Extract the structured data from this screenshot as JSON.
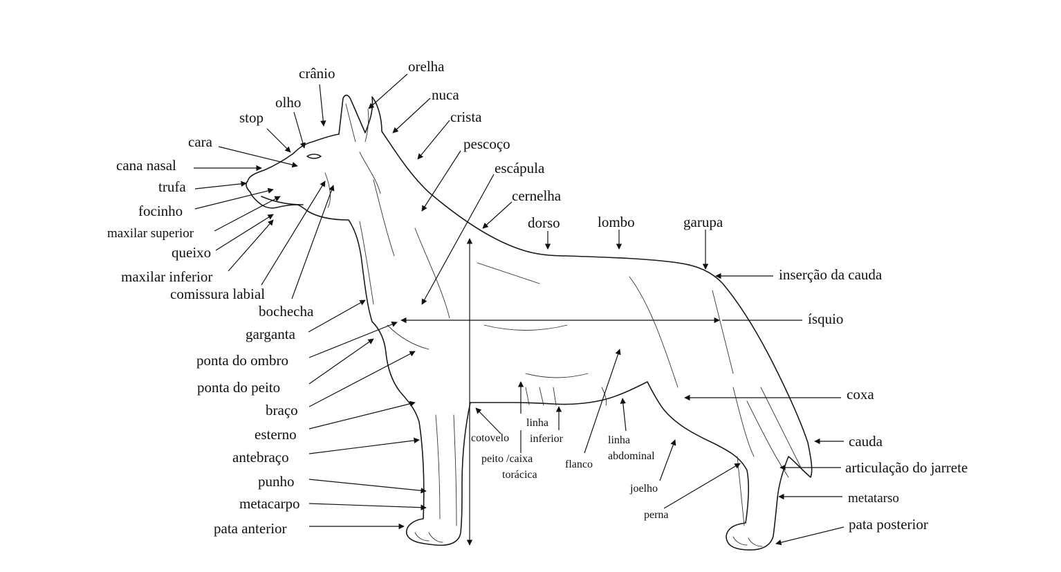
{
  "labels": {
    "orelha": "orelha",
    "cranio": "crânio",
    "nuca": "nuca",
    "olho": "olho",
    "crista": "crista",
    "stop": "stop",
    "cara": "cara",
    "pescoco": "pescoço",
    "cana_nasal": "cana nasal",
    "escapula": "escápula",
    "trufa": "trufa",
    "cernelha": "cernelha",
    "focinho": "focinho",
    "dorso": "dorso",
    "lombo": "lombo",
    "garupa": "garupa",
    "maxilar_superior": "maxilar  superior",
    "queixo": "queixo",
    "maxilar_inferior": "maxilar inferior",
    "insercao_cauda": "inserção da cauda",
    "comissura_labial": "comissura labial",
    "bochecha": "bochecha",
    "isquio": "ísquio",
    "garganta": "garganta",
    "ponta_ombro": "ponta do ombro",
    "ponta_peito": "ponta  do  peito",
    "coxa": "coxa",
    "braco": "braço",
    "esterno": "esterno",
    "linha_inferior_1": "linha",
    "linha_inferior_2": "inferior",
    "cotovelo": "cotovelo",
    "linha_abdominal_1": "linha",
    "linha_abdominal_2": "abdominal",
    "cauda": "cauda",
    "antebraco": "antebraço",
    "peito_1": "peito /caixa",
    "peito_2": "torácica",
    "flanco": "flanco",
    "articulacao_jarrete": "articulação do jarrete",
    "punho": "punho",
    "joelho": "joelho",
    "metatarso": "metatarso",
    "metacarpo": "metacarpo",
    "perna": "perna",
    "pata_anterior": "pata anterior",
    "pata_posterior": "pata  posterior"
  }
}
